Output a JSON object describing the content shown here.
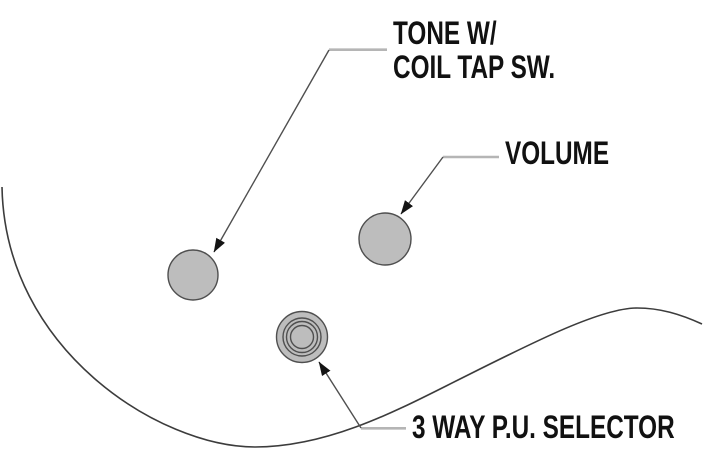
{
  "diagram": {
    "description": "guitar-controls-callout-diagram",
    "colors": {
      "bg": "#ffffff",
      "outline": "#3c3c3c",
      "leader": "#4f4f4f",
      "leader_tail": "#b5b5b5",
      "arrow": "#141414",
      "text": "#111111",
      "knob_fill": "#bdbdbd",
      "knob_stroke": "#4f4f4f"
    },
    "callouts": {
      "tone": {
        "label_line1": "TONE W/",
        "label_line2": "COIL TAP SW."
      },
      "volume": {
        "label": "VOLUME"
      },
      "selector": {
        "label": "3 WAY P.U. SELECTOR"
      }
    }
  }
}
